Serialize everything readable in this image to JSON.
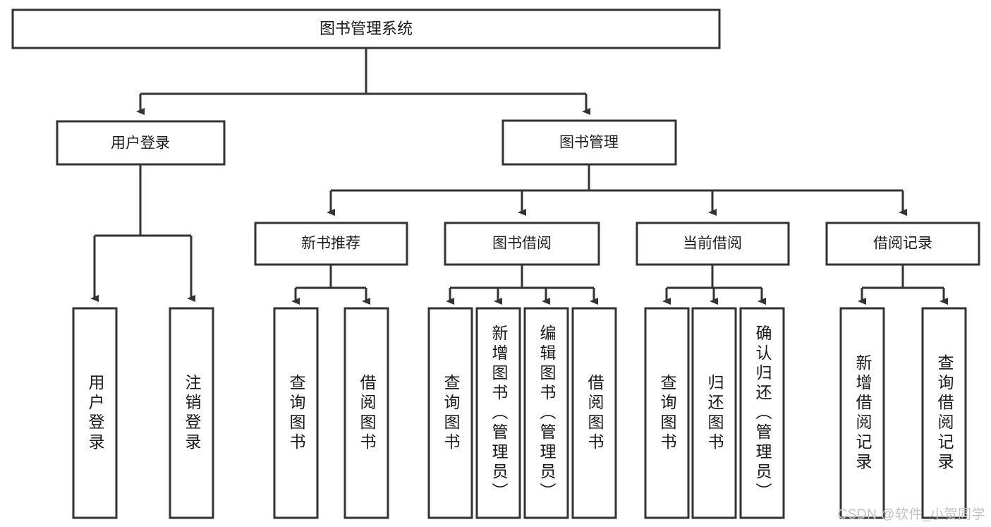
{
  "diagram": {
    "title": "图书管理系统",
    "type": "tree-hierarchy-chart",
    "root": {
      "label": "图书管理系统"
    },
    "level2": [
      {
        "label": "用户登录"
      },
      {
        "label": "图书管理"
      }
    ],
    "level3": [
      {
        "label": "新书推荐",
        "parent": "图书管理"
      },
      {
        "label": "图书借阅",
        "parent": "图书管理"
      },
      {
        "label": "当前借阅",
        "parent": "图书管理"
      },
      {
        "label": "借阅记录",
        "parent": "图书管理"
      }
    ],
    "leaves": {
      "user_login": [
        "用户登录",
        "注销登录"
      ],
      "new_book_recommend": [
        "查询图书",
        "借阅图书"
      ],
      "book_borrow": [
        "查询图书",
        "新增图书（管理员）",
        "编辑图书（管理员）",
        "借阅图书"
      ],
      "current_borrow": [
        "查询图书",
        "归还图书",
        "确认归还（管理员）"
      ],
      "borrow_record": [
        "新增借阅记录",
        "查询借阅记录"
      ]
    }
  },
  "watermark": {
    "text": "CSDN @软件_小贺同学"
  },
  "colors": {
    "stroke": "#333333",
    "box_fill": "#ffffff",
    "text": "#1a1a1a",
    "background": "#ffffff",
    "watermark": "#c2c2c2"
  }
}
